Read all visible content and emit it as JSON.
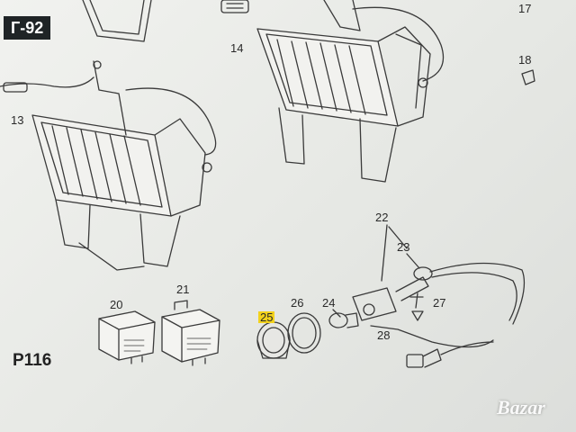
{
  "overlay_label": "Г-92",
  "page_code": "P116",
  "highlighted_part": "25",
  "highlight_color": "#f3d21c",
  "watermark": "Bazar",
  "part_labels": {
    "p13": "13",
    "p14": "14",
    "p17": "17",
    "p18": "18",
    "p20": "20",
    "p21": "21",
    "p22": "22",
    "p23": "23",
    "p24": "24",
    "p25": "25",
    "p26": "26",
    "p27": "27",
    "p28": "28"
  }
}
